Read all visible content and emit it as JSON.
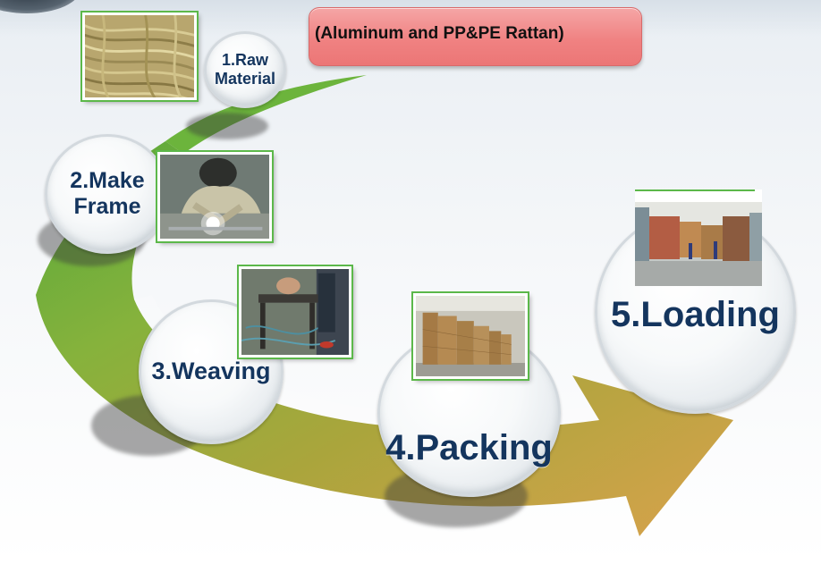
{
  "banner": {
    "text": "(Aluminum and PP&PE Rattan)",
    "color": "#f08282"
  },
  "colors": {
    "arrow_green": "#6cb43c",
    "arrow_olive": "#a9aa3a",
    "arrow_orange": "#d9a54a",
    "label_navy": "#14355e",
    "photo_frame": "#5cb84a"
  },
  "steps": [
    {
      "line1": "1.Raw",
      "line2": "Material",
      "photo": "rattan-wicker-photo"
    },
    {
      "line1": "2.Make",
      "line2": "Frame",
      "photo": "welding-photo"
    },
    {
      "line1": "3.Weaving",
      "line2": "",
      "photo": "weaving-photo"
    },
    {
      "line1": "4.Packing",
      "line2": "",
      "photo": "packing-warehouse-photo"
    },
    {
      "line1": "5.Loading",
      "line2": "",
      "photo": "container-loading-photo"
    }
  ]
}
